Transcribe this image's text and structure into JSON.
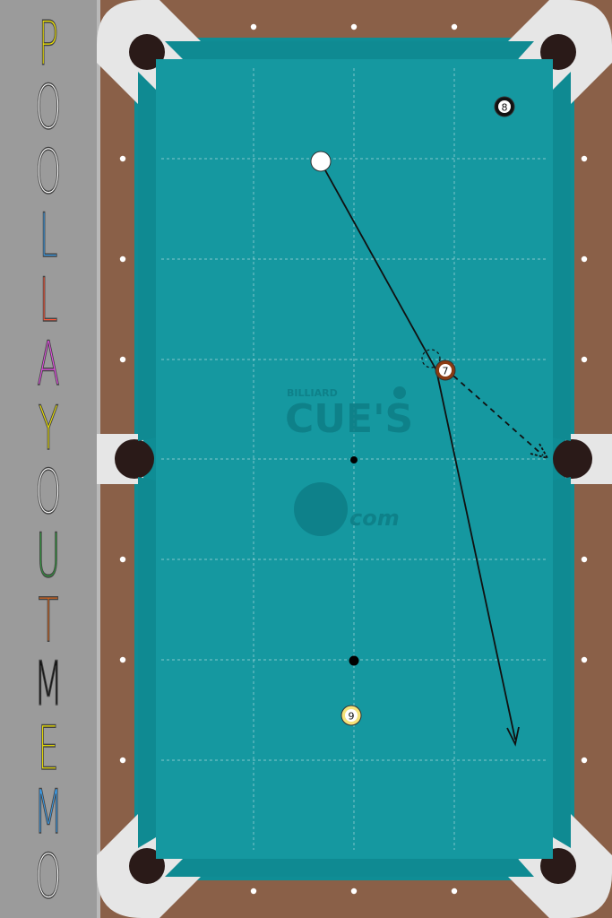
{
  "title": {
    "letters": [
      {
        "char": "P",
        "color": "#f2e600"
      },
      {
        "char": "O",
        "color": "#ffffff"
      },
      {
        "char": "O",
        "color": "#ffffff"
      },
      {
        "char": "L",
        "color": "#3a9be8"
      },
      {
        "char": "L",
        "color": "#ff5a3c"
      },
      {
        "char": "A",
        "color": "#e84ee8"
      },
      {
        "char": "Y",
        "color": "#f2e600"
      },
      {
        "char": "O",
        "color": "#ffffff"
      },
      {
        "char": "U",
        "color": "#2f9a3c"
      },
      {
        "char": "T",
        "color": "#d7641c"
      },
      {
        "char": "M",
        "color": "#111111"
      },
      {
        "char": "E",
        "color": "#f2e600"
      },
      {
        "char": "M",
        "color": "#3a9be8"
      },
      {
        "char": "O",
        "color": "#ffffff"
      }
    ]
  },
  "table": {
    "felt_color": "#1598a0",
    "rail_color": "#8a6048",
    "logo": {
      "small": "BILLIARD",
      "big": "CUE'S",
      "sub": "com"
    }
  },
  "balls": [
    {
      "id": "cue",
      "label": ""
    },
    {
      "id": "ball-7",
      "label": "7"
    },
    {
      "id": "ball-8",
      "label": "8"
    },
    {
      "id": "ball-9",
      "label": "9"
    }
  ]
}
